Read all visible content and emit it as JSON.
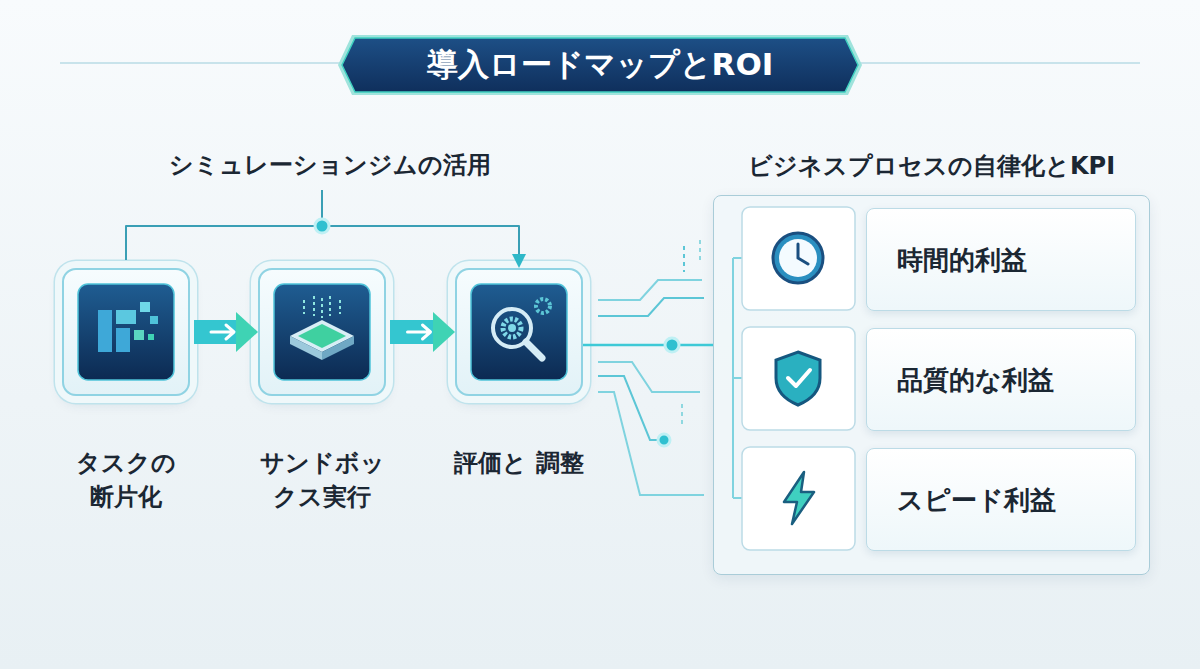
{
  "diagram": {
    "title": "導入ロードマップとROI",
    "nodes": [
      {
        "text": [
          "タスクの 断片化"
        ]
      },
      {
        "text": [
          "サンドボッ クス実行"
        ]
      },
      {
        "text": [
          "評価と 調整"
        ]
      },
      {
        "text": [
          "ビジネスプロセスの自律化とKPI"
        ]
      },
      {
        "text": [
          "時間的利益"
        ],
        "in": 3
      },
      {
        "text": [
          "品質的な利益"
        ],
        "in": 3
      },
      {
        "text": [
          "スピード利益"
        ],
        "in": 3
      }
    ],
    "edges": [
      {
        "from": 0,
        "to": 1,
        "arrow": "to"
      },
      {
        "from": 1,
        "to": 2,
        "arrow": "to"
      },
      {
        "from": 0,
        "to": 2,
        "arrow": "to"
      },
      {
        "from": 2,
        "to": 3,
        "arrow": "none"
      }
    ],
    "labels": [
      "シミュレーションジムの活用"
    ]
  }
}
